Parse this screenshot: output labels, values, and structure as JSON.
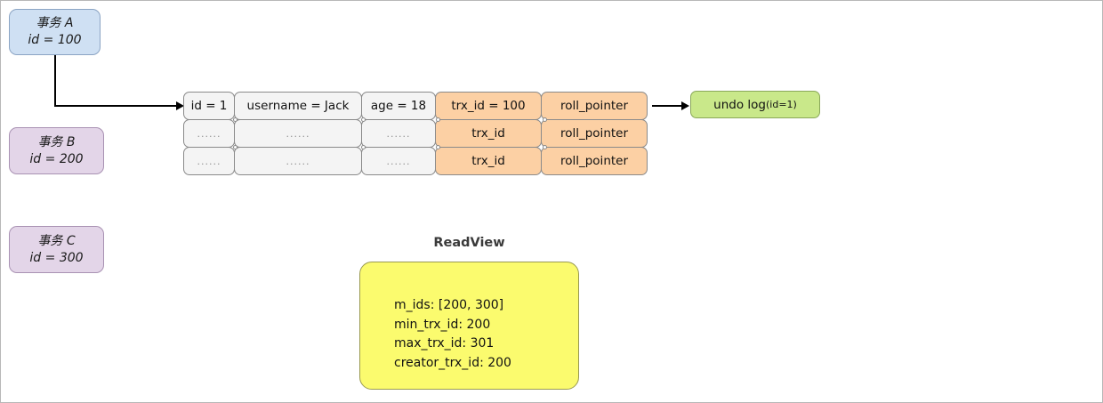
{
  "diagram": {
    "title": "MVCC ReadView diagram",
    "colors": {
      "txn_a_fill": "#cfe0f3",
      "txn_bc_fill": "#e3d5e8",
      "record_gray": "#f4f4f4",
      "record_orange": "#fcd0a4",
      "undo_log_fill": "#c9e88a",
      "readview_fill": "#fbfb6e"
    }
  },
  "transactions": [
    {
      "name": "事务 A",
      "id_label": "id = 100"
    },
    {
      "name": "事务 B",
      "id_label": "id = 200"
    },
    {
      "name": "事务 C",
      "id_label": "id = 300"
    }
  ],
  "record_table": {
    "rows": [
      {
        "id": "id = 1",
        "username": "username = Jack",
        "age": "age = 18",
        "trx_id": "trx_id = 100",
        "roll_pointer": "roll_pointer"
      },
      {
        "id": "......",
        "username": "......",
        "age": "......",
        "trx_id": "trx_id",
        "roll_pointer": "roll_pointer"
      },
      {
        "id": "......",
        "username": "......",
        "age": "......",
        "trx_id": "trx_id",
        "roll_pointer": "roll_pointer"
      }
    ]
  },
  "undo_log": {
    "label": "undo log ",
    "sub": "(id=1)"
  },
  "readview": {
    "title": "ReadView",
    "m_ids": "m_ids: [200, 300]",
    "min_trx_id": "min_trx_id: 200",
    "max_trx_id": "max_trx_id: 301",
    "creator_trx_id": "creator_trx_id: 200"
  }
}
